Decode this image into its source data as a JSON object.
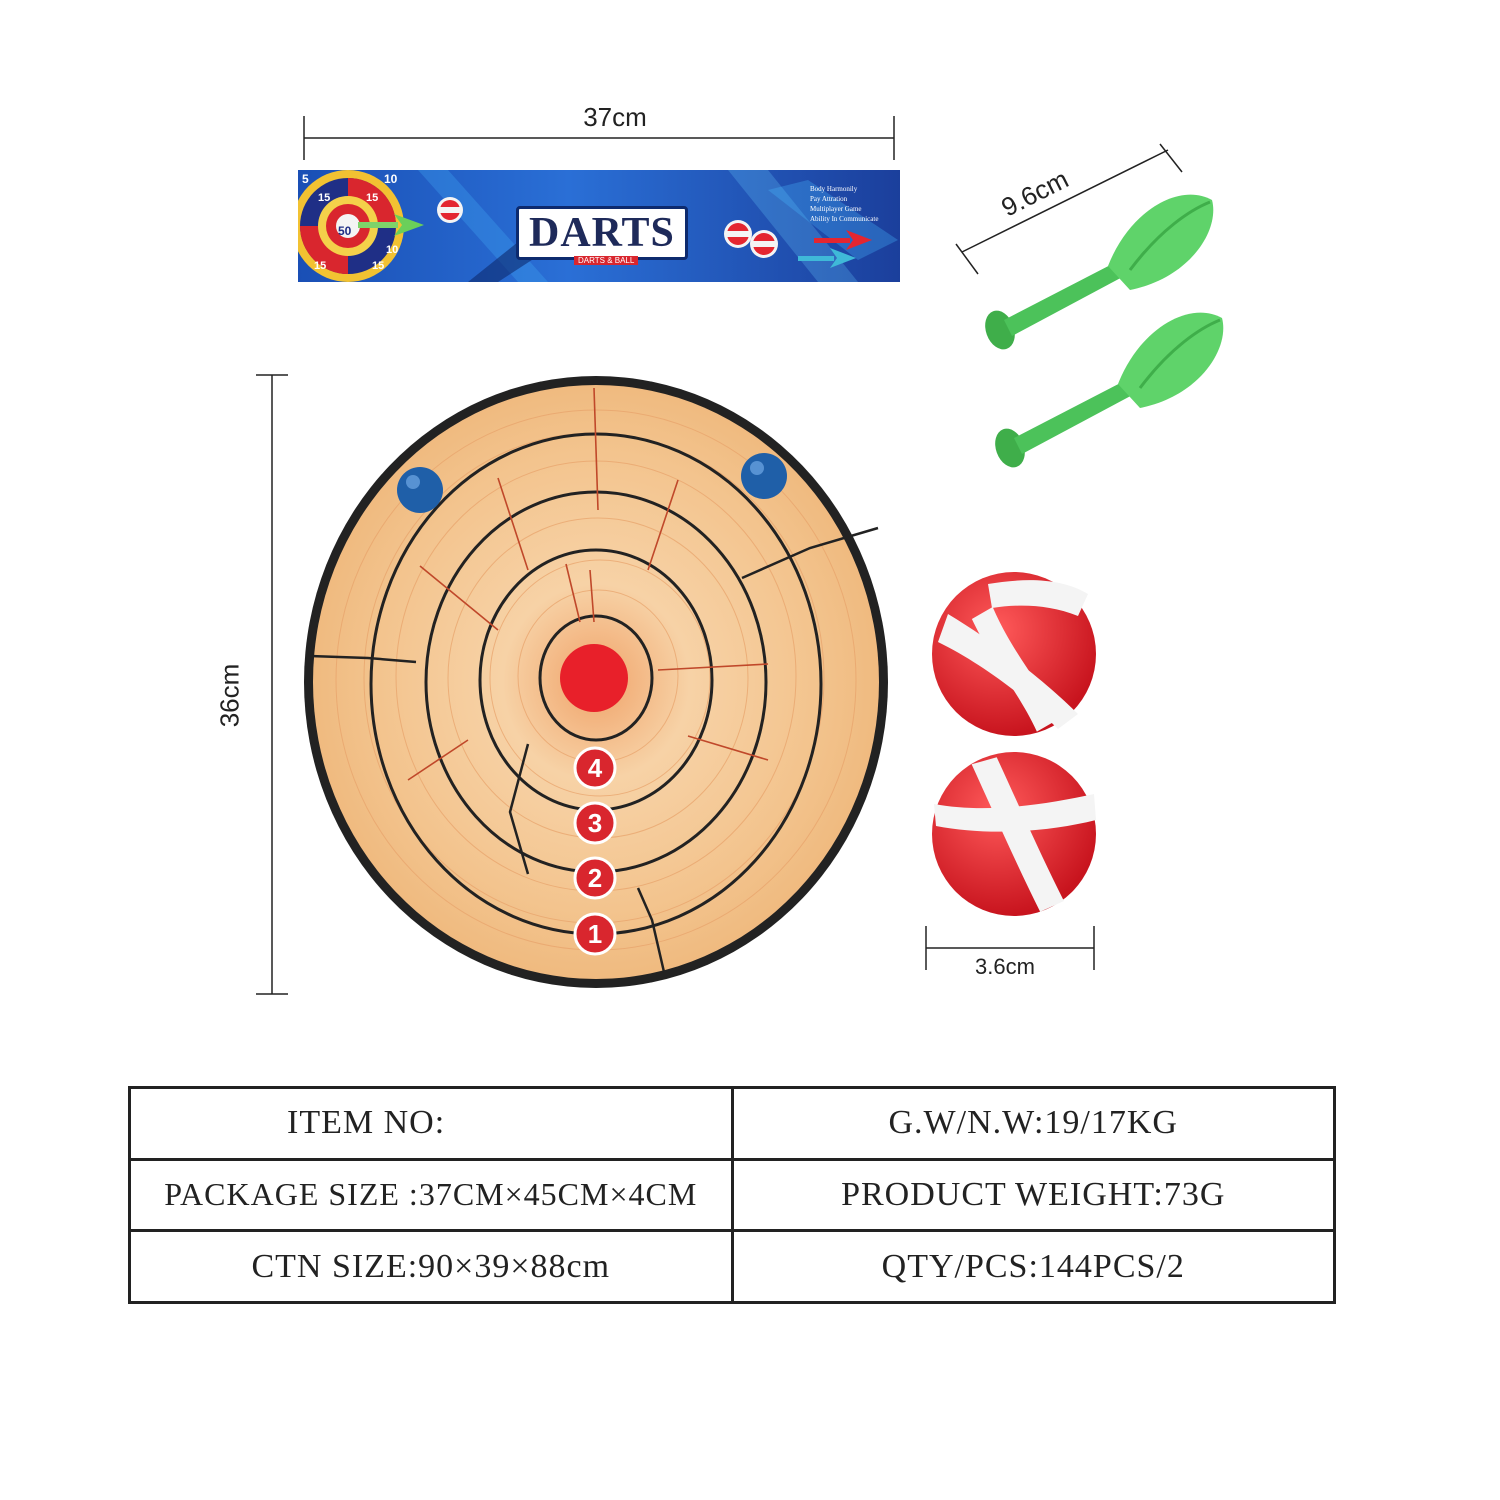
{
  "dimensions": {
    "package_width": "37cm",
    "dart_length": "9.6cm",
    "board_height": "36cm",
    "ball_diameter": "3.6cm"
  },
  "package": {
    "brand": "DARTS",
    "sub_brand": "DARTS & BALL",
    "board_numbers": [
      "5",
      "10",
      "15",
      "15",
      "50",
      "10",
      "15",
      "15"
    ],
    "features": [
      "Body Harmonily",
      "Pay Attration",
      "Multiplayer Game",
      "Ability In Communicate"
    ]
  },
  "board": {
    "ring_numbers": [
      "4",
      "3",
      "2",
      "1"
    ],
    "colors": {
      "wood": "#f3c48e",
      "rim": "#222222",
      "bullseye": "#e8202a",
      "ball": "#1f5fa8"
    }
  },
  "accessories": {
    "dart_color": "#4cc25a",
    "ball_color": "#e42630"
  },
  "specs": {
    "rows": [
      [
        "ITEM NO:",
        "G.W/N.W:19/17KG"
      ],
      [
        "PACKAGE SIZE :37CM×45CM×4CM",
        "PRODUCT WEIGHT:73G"
      ],
      [
        "CTN SIZE:90×39×88cm",
        "QTY/PCS:144PCS/2"
      ]
    ]
  }
}
